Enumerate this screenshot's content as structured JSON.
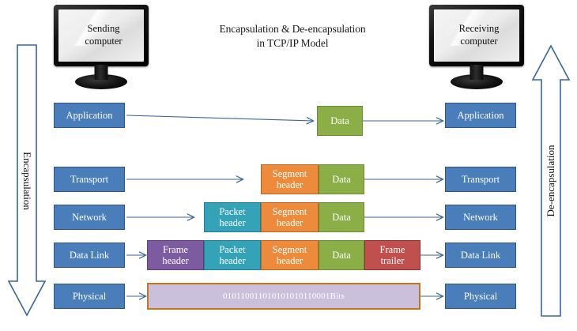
{
  "title": {
    "line1": "Encapsulation & De-encapsulation",
    "line2": "in TCP/IP Model"
  },
  "colors": {
    "layer_blue": "#4a7ebb",
    "segment_orange": "#ed8b3c",
    "data_green": "#8cae47",
    "packet_teal": "#35a3b7",
    "frame_header_purple": "#7c5ba0",
    "frame_trailer_red": "#c0504d",
    "bits_lavender": "#cbc0dc",
    "bits_border_orange": "#c0761f",
    "arrow_outline_blue": "#3a6695"
  },
  "monitors": {
    "sending": {
      "line1": "Sending",
      "line2": "computer"
    },
    "receiving": {
      "line1": "Receiving",
      "line2": "computer"
    }
  },
  "side_arrows": {
    "left": {
      "label": "Encapsulation",
      "direction": "down"
    },
    "right": {
      "label": "De-encapsulation",
      "direction": "up"
    }
  },
  "layers": [
    {
      "name": "Application",
      "left_label": "Application",
      "right_label": "Application"
    },
    {
      "name": "Transport",
      "left_label": "Transport",
      "right_label": "Transport"
    },
    {
      "name": "Network",
      "left_label": "Network",
      "right_label": "Network"
    },
    {
      "name": "Data Link",
      "left_label": "Data Link",
      "right_label": "Data Link"
    },
    {
      "name": "Physical",
      "left_label": "Physical",
      "right_label": "Physical"
    }
  ],
  "pdu_blocks": {
    "application": [
      {
        "label": "Data",
        "type": "data"
      }
    ],
    "transport": [
      {
        "label": "Segment header",
        "label_line1": "Segment",
        "label_line2": "header",
        "type": "segment"
      },
      {
        "label": "Data",
        "type": "data"
      }
    ],
    "network": [
      {
        "label": "Packet header",
        "label_line1": "Packet",
        "label_line2": "header",
        "type": "packet"
      },
      {
        "label": "Segment header",
        "label_line1": "Segment",
        "label_line2": "header",
        "type": "segment"
      },
      {
        "label": "Data",
        "type": "data"
      }
    ],
    "datalink": [
      {
        "label": "Frame header",
        "label_line1": "Frame",
        "label_line2": "header",
        "type": "frame-header"
      },
      {
        "label": "Packet header",
        "label_line1": "Packet",
        "label_line2": "header",
        "type": "packet"
      },
      {
        "label": "Segment header",
        "label_line1": "Segment",
        "label_line2": "header",
        "type": "segment"
      },
      {
        "label": "Data",
        "type": "data"
      },
      {
        "label": "Frame trailer",
        "label_line1": "Frame",
        "label_line2": "trailer",
        "type": "frame-trailer"
      }
    ],
    "physical": [
      {
        "label": "010110011010101010110001Bits",
        "type": "bits"
      }
    ]
  }
}
